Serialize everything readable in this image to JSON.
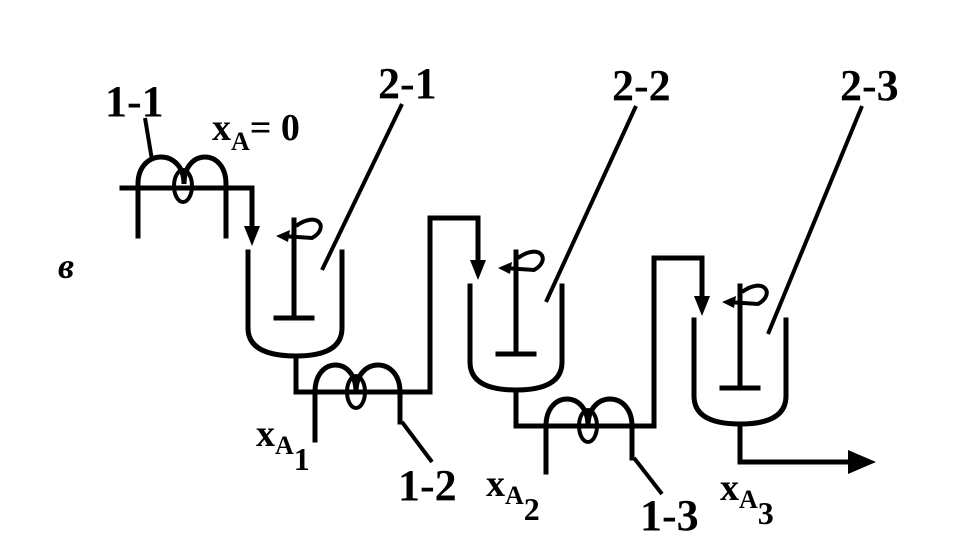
{
  "panel_letter": "в",
  "pumps": [
    {
      "id": "1-1",
      "label": "1-1"
    },
    {
      "id": "1-2",
      "label": "1-2"
    },
    {
      "id": "1-3",
      "label": "1-3"
    }
  ],
  "reactors": [
    {
      "id": "2-1",
      "label": "2-1"
    },
    {
      "id": "2-2",
      "label": "2-2"
    },
    {
      "id": "2-3",
      "label": "2-3"
    }
  ],
  "streams": {
    "inlet": {
      "var": "x",
      "sub": "A",
      "rest": "= 0"
    },
    "out1": {
      "var": "x",
      "sub": "A",
      "idx": "1"
    },
    "out2": {
      "var": "x",
      "sub": "A",
      "idx": "2"
    },
    "out3": {
      "var": "x",
      "sub": "A",
      "idx": "3"
    }
  }
}
